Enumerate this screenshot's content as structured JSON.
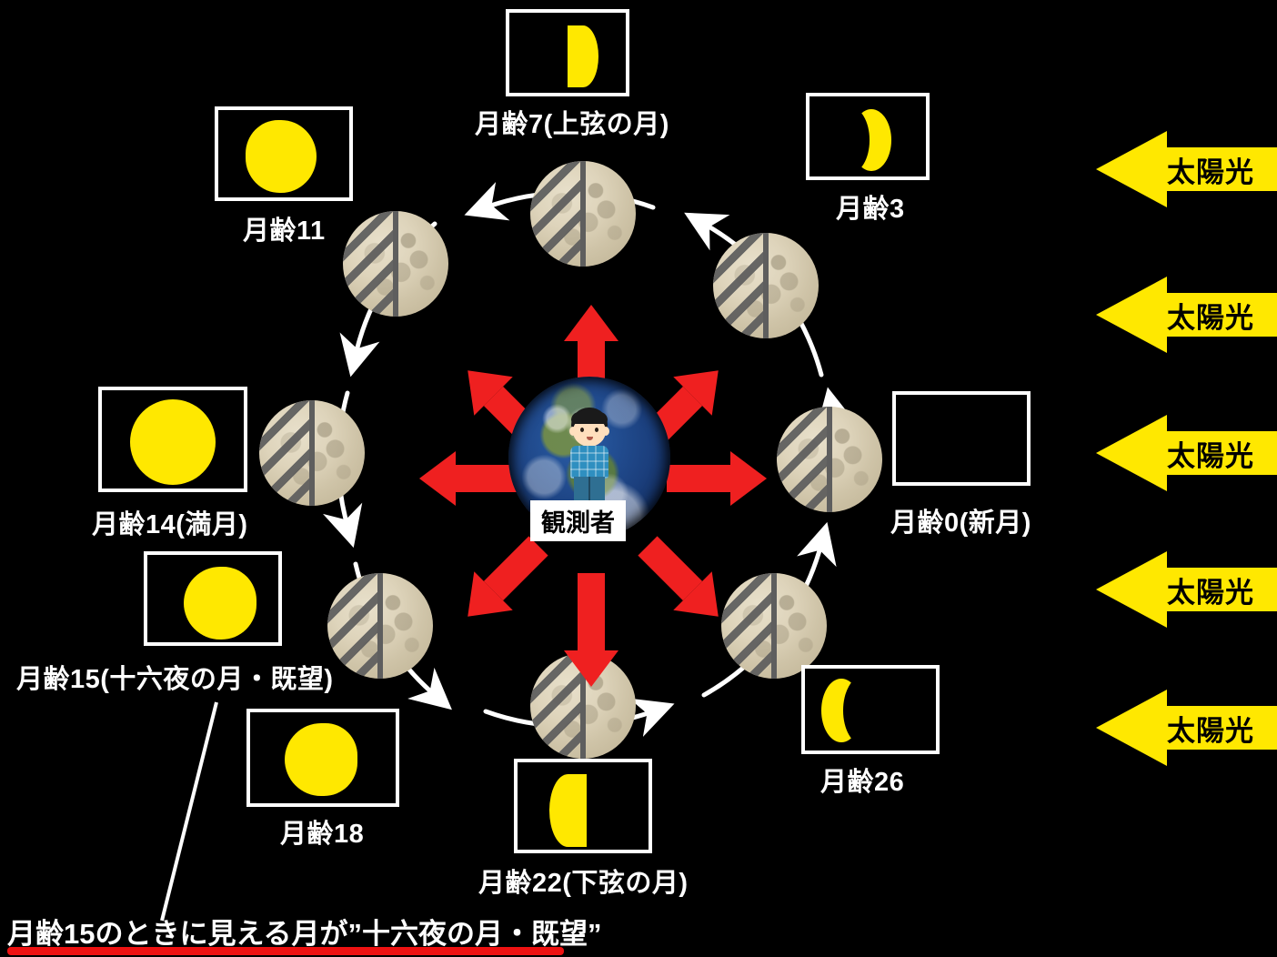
{
  "diagram": {
    "title_alt": "月の満ち欠け（月齢）と太陽光の図",
    "background_color": "#000000",
    "moon_lit_color": "#ffe800",
    "arrow_color_earth_view": "#ef2020",
    "sunlight_color": "#ffe800",
    "underline_color": "#ee1111"
  },
  "center": {
    "observer_label": "観測者"
  },
  "phases": [
    {
      "id": "age0",
      "label": "月齢0(新月)",
      "shape": "new",
      "orbit_angle_deg": 0
    },
    {
      "id": "age3",
      "label": "月齢3",
      "shape": "crescent-right",
      "orbit_angle_deg": 315
    },
    {
      "id": "age7",
      "label": "月齢7(上弦の月)",
      "shape": "half-right",
      "orbit_angle_deg": 270
    },
    {
      "id": "age11",
      "label": "月齢11",
      "shape": "gibbous-right",
      "orbit_angle_deg": 225
    },
    {
      "id": "age14",
      "label": "月齢14(満月)",
      "shape": "full",
      "orbit_angle_deg": 180
    },
    {
      "id": "age15",
      "label": "月齢15(十六夜の月・既望)",
      "shape": "gibbous-left",
      "orbit_angle_deg": 180
    },
    {
      "id": "age18",
      "label": "月齢18",
      "shape": "gibbous-left",
      "orbit_angle_deg": 135
    },
    {
      "id": "age22",
      "label": "月齢22(下弦の月)",
      "shape": "half-left",
      "orbit_angle_deg": 90
    },
    {
      "id": "age26",
      "label": "月齢26",
      "shape": "crescent-left",
      "orbit_angle_deg": 45
    }
  ],
  "sunlight": {
    "label": "太陽光",
    "count": 5
  },
  "note": {
    "text": "月齢15のときに見える月が”十六夜の月・既望”"
  }
}
